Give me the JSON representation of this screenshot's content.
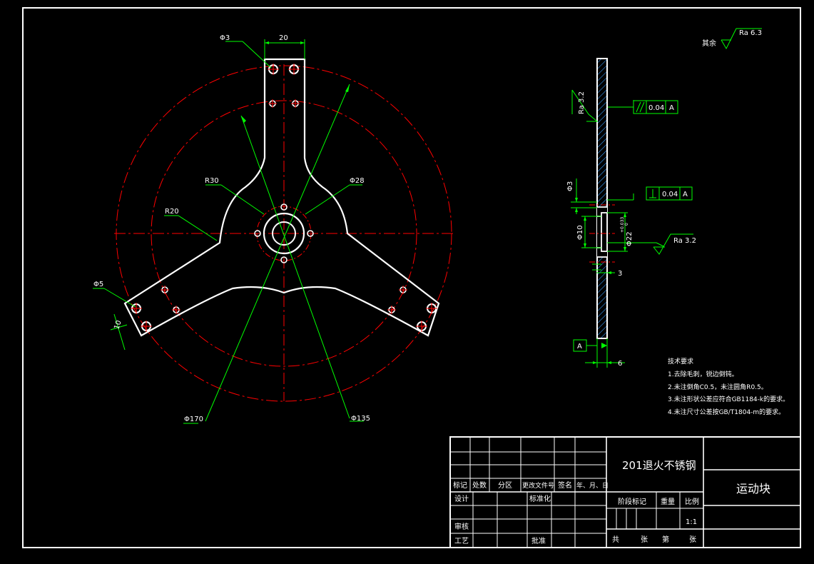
{
  "front_view": {
    "dims": {
      "width_20": "20",
      "hole_phi3": "Φ3",
      "radius_r30": "R30",
      "hole_phi28": "Φ28",
      "radius_r20": "R20",
      "hole_phi5": "Φ5",
      "length_10": "10",
      "circle_phi170": "Φ170",
      "circle_phi135": "Φ135"
    }
  },
  "side_view": {
    "roughness_ra32_top": "Ra 3.2",
    "flatness_value": "0.04",
    "datum_a1": "A",
    "perp_value": "0.04",
    "datum_a2": "A",
    "roughness_ra32_right": "Ra 3.2",
    "dim_phi3": "Φ3",
    "dim_phi10": "Φ10",
    "dim_phi22": "Φ22",
    "tol_upper": "+0.033",
    "tol_lower": "0",
    "dim_3": "3",
    "datum_label": "A",
    "dim_6": "6"
  },
  "surface_note": {
    "prefix": "其余",
    "roughness": "Ra 6.3"
  },
  "tech_requirements": {
    "title": "技术要求",
    "items": [
      "1.去除毛刺，锐边倒钝。",
      "2.未注倒角C0.5，未注圆角R0.5。",
      "3.未注形状公差应符合GB1184-k的要求。",
      "4.未注尺寸公差按GB/T1804-m的要求。"
    ]
  },
  "title_block": {
    "material": "201退火不锈钢",
    "part_name": "运动块",
    "rev_headers": [
      "标记",
      "处数",
      "分区",
      "更改文件号",
      "签名",
      "年、月、日"
    ],
    "row_design": "设计",
    "row_standardize": "标准化",
    "row_review": "审核",
    "row_process": "工艺",
    "row_approve": "批准",
    "stage_mark": "阶段标记",
    "weight": "重量",
    "scale": "比例",
    "scale_value": "1:1",
    "sheet_total": "共",
    "sheet_unit1": "张",
    "sheet_no": "第",
    "sheet_unit2": "张"
  }
}
